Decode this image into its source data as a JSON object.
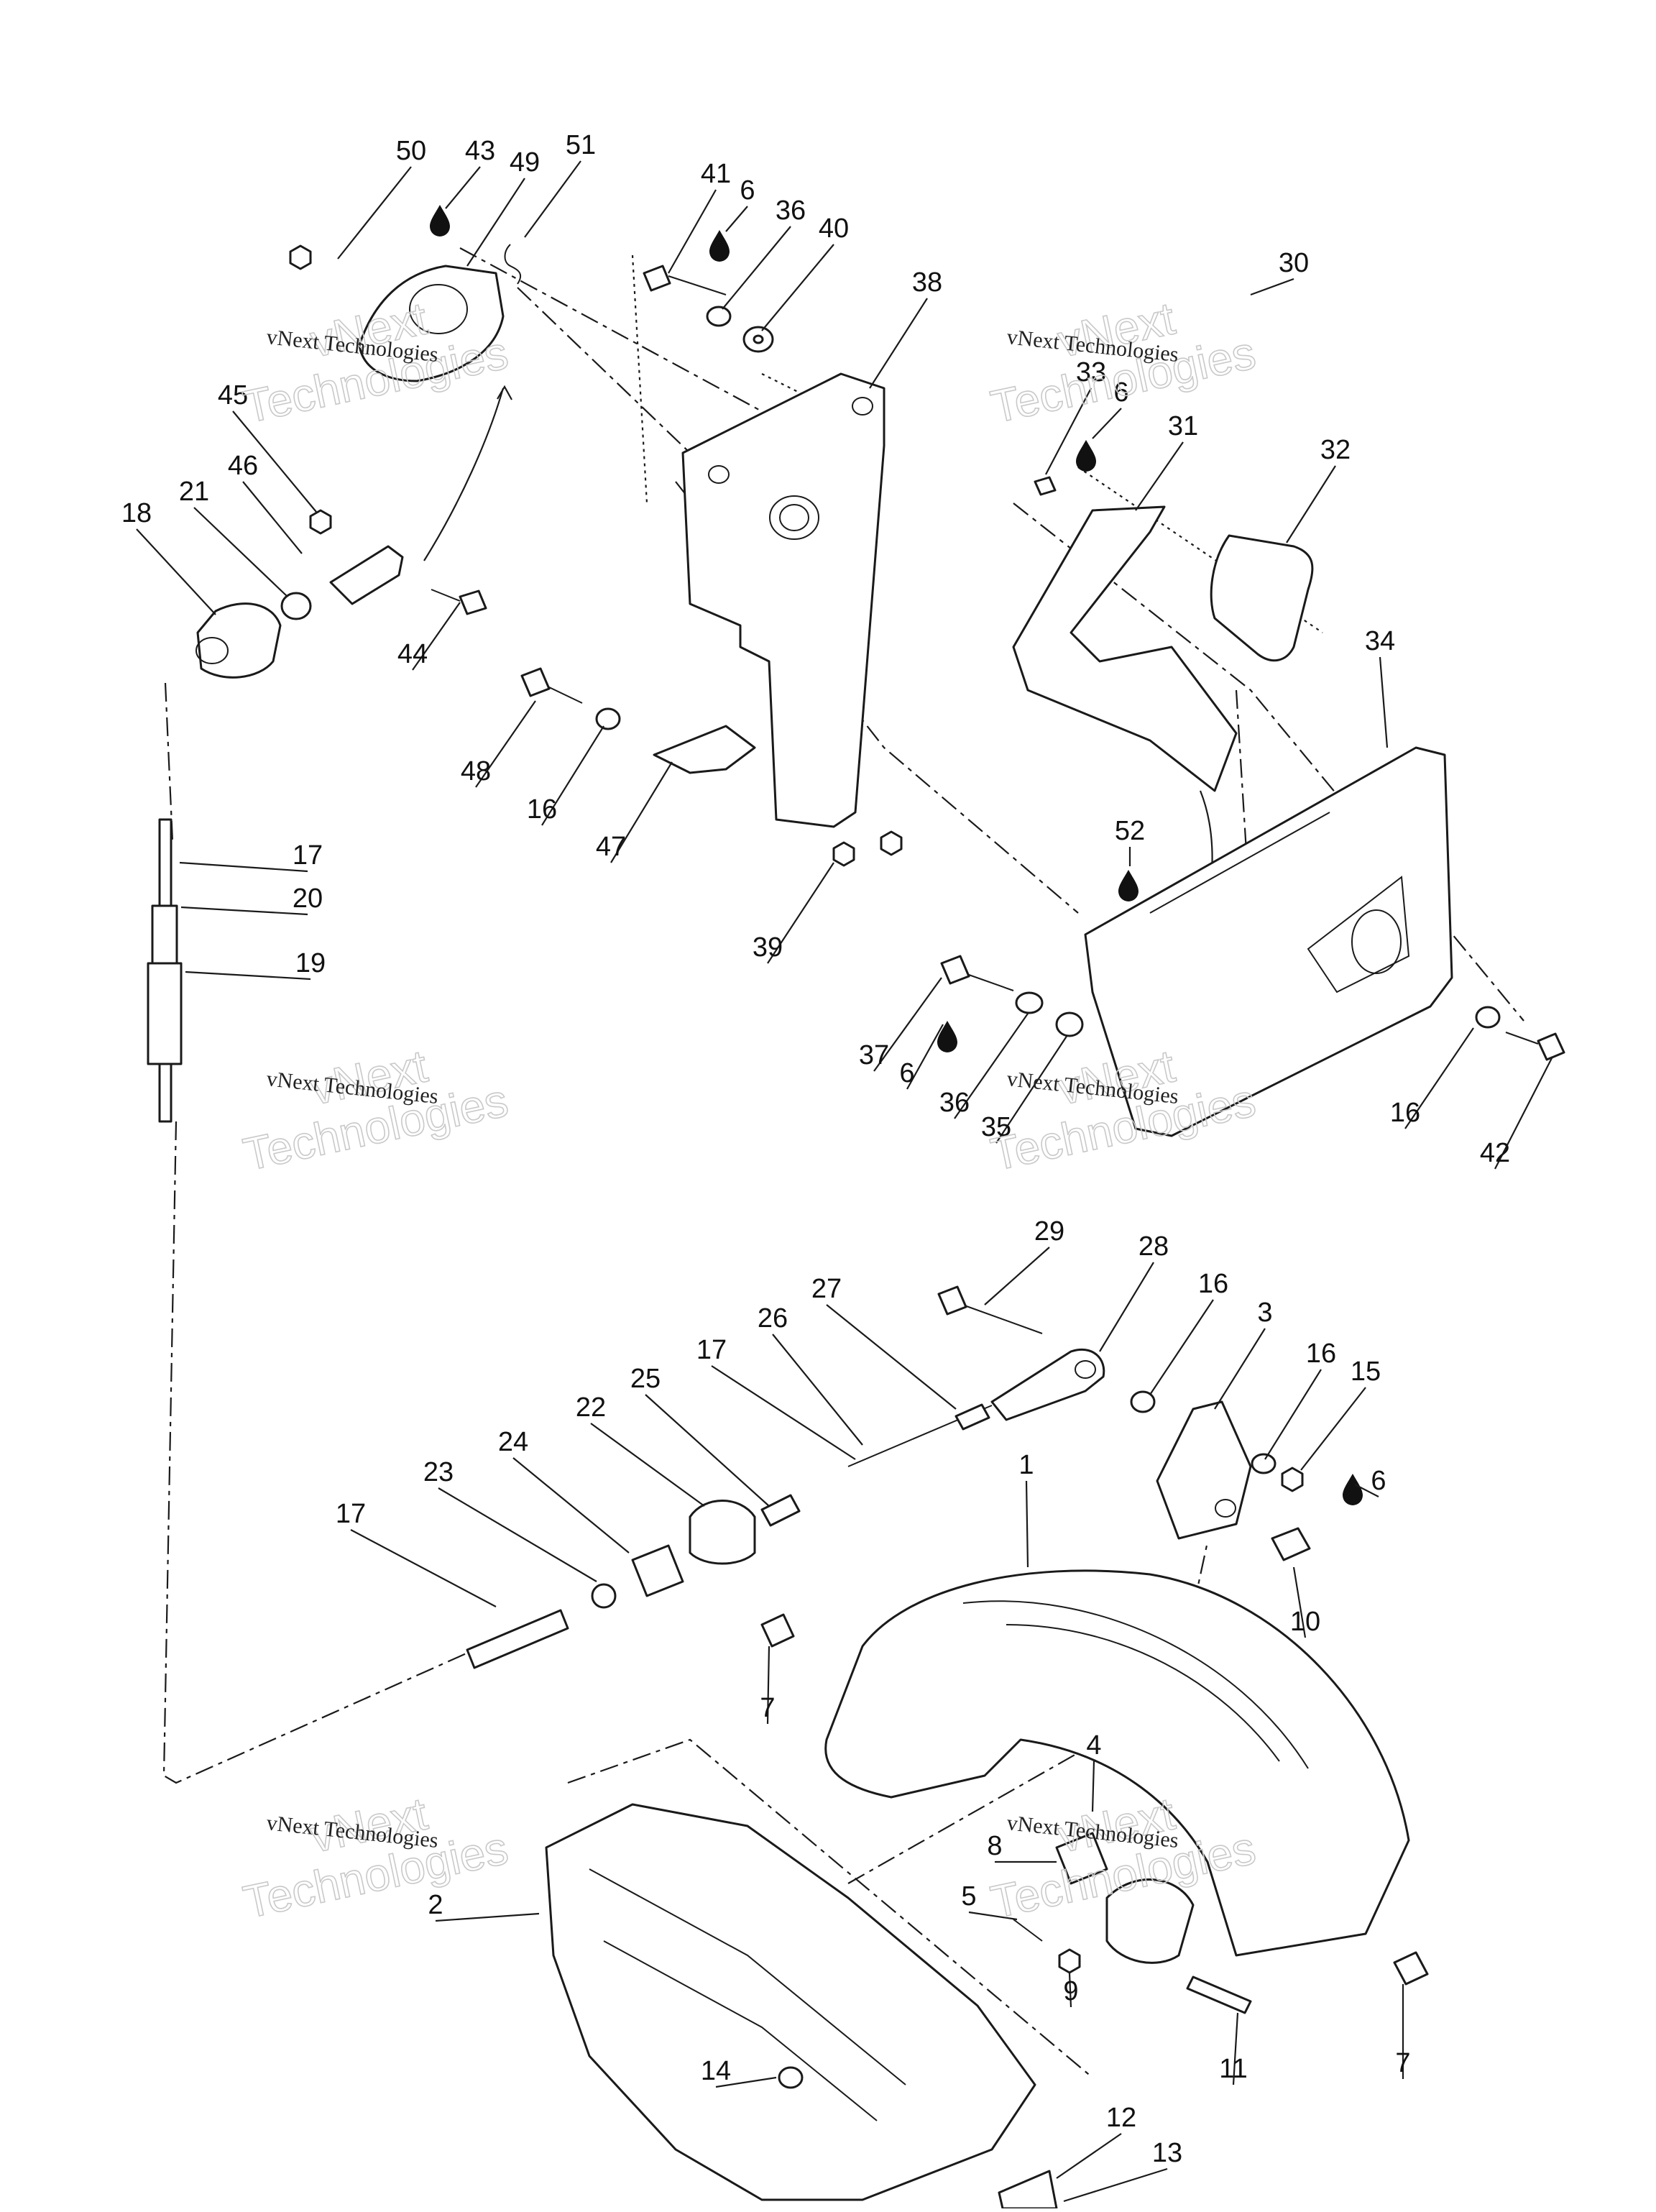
{
  "diagram": {
    "watermark": {
      "line1": "vNext",
      "line2": "Technologies",
      "small": "vNext Technologies"
    },
    "oil_icon_name": "oil-drop-icon",
    "callouts": [
      {
        "id": "c50",
        "text": "50"
      },
      {
        "id": "c43",
        "text": "43"
      },
      {
        "id": "c49",
        "text": "49"
      },
      {
        "id": "c51",
        "text": "51"
      },
      {
        "id": "c41",
        "text": "41"
      },
      {
        "id": "c6a",
        "text": "6"
      },
      {
        "id": "c36a",
        "text": "36"
      },
      {
        "id": "c40",
        "text": "40"
      },
      {
        "id": "c38",
        "text": "38"
      },
      {
        "id": "c30",
        "text": "30"
      },
      {
        "id": "c33",
        "text": "33"
      },
      {
        "id": "c6b",
        "text": "6"
      },
      {
        "id": "c31",
        "text": "31"
      },
      {
        "id": "c32",
        "text": "32"
      },
      {
        "id": "c45",
        "text": "45"
      },
      {
        "id": "c46",
        "text": "46"
      },
      {
        "id": "c21",
        "text": "21"
      },
      {
        "id": "c18",
        "text": "18"
      },
      {
        "id": "c44",
        "text": "44"
      },
      {
        "id": "c48",
        "text": "48"
      },
      {
        "id": "c16a",
        "text": "16"
      },
      {
        "id": "c47",
        "text": "47"
      },
      {
        "id": "c39",
        "text": "39"
      },
      {
        "id": "c34",
        "text": "34"
      },
      {
        "id": "c52",
        "text": "52"
      },
      {
        "id": "c17a",
        "text": "17"
      },
      {
        "id": "c20",
        "text": "20"
      },
      {
        "id": "c19",
        "text": "19"
      },
      {
        "id": "c37",
        "text": "37"
      },
      {
        "id": "c6c",
        "text": "6"
      },
      {
        "id": "c36b",
        "text": "36"
      },
      {
        "id": "c35",
        "text": "35"
      },
      {
        "id": "c16b",
        "text": "16"
      },
      {
        "id": "c42",
        "text": "42"
      },
      {
        "id": "c29",
        "text": "29"
      },
      {
        "id": "c28",
        "text": "28"
      },
      {
        "id": "c16c",
        "text": "16"
      },
      {
        "id": "c3",
        "text": "3"
      },
      {
        "id": "c16d",
        "text": "16"
      },
      {
        "id": "c15",
        "text": "15"
      },
      {
        "id": "c27",
        "text": "27"
      },
      {
        "id": "c26",
        "text": "26"
      },
      {
        "id": "c17b",
        "text": "17"
      },
      {
        "id": "c25",
        "text": "25"
      },
      {
        "id": "c22",
        "text": "22"
      },
      {
        "id": "c24",
        "text": "24"
      },
      {
        "id": "c23",
        "text": "23"
      },
      {
        "id": "c17c",
        "text": "17"
      },
      {
        "id": "c1",
        "text": "1"
      },
      {
        "id": "c6d",
        "text": "6"
      },
      {
        "id": "c10",
        "text": "10"
      },
      {
        "id": "c7a",
        "text": "7"
      },
      {
        "id": "c4",
        "text": "4"
      },
      {
        "id": "c8",
        "text": "8"
      },
      {
        "id": "c2",
        "text": "2"
      },
      {
        "id": "c5",
        "text": "5"
      },
      {
        "id": "c9",
        "text": "9"
      },
      {
        "id": "c11",
        "text": "11"
      },
      {
        "id": "c7b",
        "text": "7"
      },
      {
        "id": "c14",
        "text": "14"
      },
      {
        "id": "c12",
        "text": "12"
      },
      {
        "id": "c13",
        "text": "13"
      }
    ]
  }
}
